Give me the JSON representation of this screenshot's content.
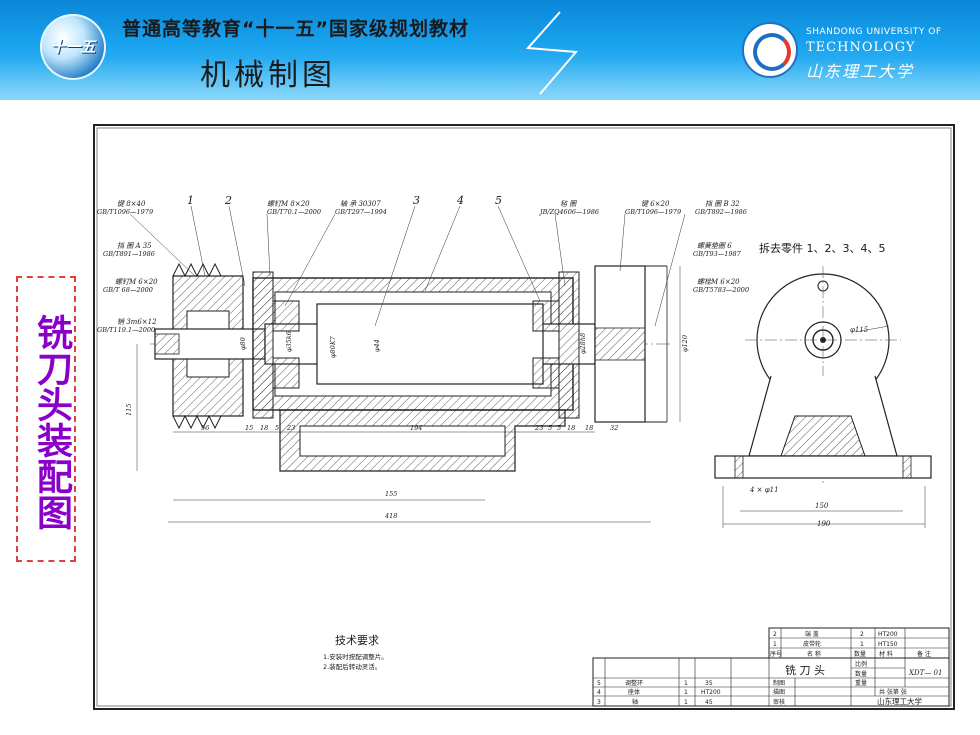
{
  "header": {
    "title_line1": "普通高等教育“十一五”国家级规划教材",
    "title_line2": "机械制图",
    "logo_mark": "十一五",
    "university_en_1": "SHANDONG UNIVERSITY OF",
    "university_en_2": "TECHNOLOGY",
    "university_cn": "山东理工大学"
  },
  "side_label": "铣刀头装配图",
  "drawing": {
    "callouts_top": [
      {
        "text": "键 8×40",
        "std": "GB/T1096—1979"
      },
      {
        "text": "1",
        "std": ""
      },
      {
        "text": "2",
        "std": ""
      },
      {
        "text": "螺钉M 8×20",
        "std": "GB/T70.1—2000"
      },
      {
        "text": "轴 承 30307",
        "std": "GB/T297—1994"
      },
      {
        "text": "3",
        "std": ""
      },
      {
        "text": "4",
        "std": ""
      },
      {
        "text": "5",
        "std": ""
      },
      {
        "text": "毡 圈",
        "std": "JB/ZQ4606—1986"
      },
      {
        "text": "键 6×20",
        "std": "GB/T1096—1979"
      },
      {
        "text": "挡 圈 B 32",
        "std": "GB/T892—1986"
      }
    ],
    "callouts_left": [
      {
        "text": "挡 圈 A 35",
        "std": "GB/T891—1986"
      },
      {
        "text": "螺钉M 6×20",
        "std": "GB/T 68—2000"
      },
      {
        "text": "销 3m6×12",
        "std": "GB/T119.1—2000"
      }
    ],
    "callouts_right": [
      {
        "text": "螺簧垫圈 6",
        "std": "GB/T93—1987"
      },
      {
        "text": "螺栓M 6×20",
        "std": "GB/T5783—2000"
      }
    ],
    "removed_parts": "拆去零件 1、2、3、4、5",
    "dims_front": {
      "d1": "56",
      "d2": "15",
      "d3": "18",
      "d4": "5",
      "d5": "23",
      "d6": "194",
      "d7": "23",
      "d8": "5",
      "d9": "5",
      "d10": "18",
      "d11": "18",
      "d12": "32",
      "overall1": "155",
      "overall2": "418",
      "height": "115",
      "dia1": "φ35k6",
      "dia2": "φ80K7",
      "dia3": "φ44",
      "dia4": "φ28h8",
      "dia5": "φ120",
      "dia6": "φ80"
    },
    "dims_side": {
      "holes": "4 × φ11",
      "w1": "150",
      "w2": "190",
      "dia": "φ115"
    },
    "tech_req_title": "技术要求",
    "tech_req": [
      "1.安装时按配调整片。",
      "2.装配后转动灵活。"
    ],
    "title_block": {
      "parts_rows": [
        [
          "2",
          "端 盖",
          "2",
          "HT200",
          ""
        ],
        [
          "1",
          "皮带轮",
          "1",
          "HT150",
          ""
        ],
        [
          "序号",
          "名 称",
          "数量",
          "材 料",
          "备 注"
        ]
      ],
      "lower_rows": [
        [
          "5",
          "调整环",
          "1",
          "35"
        ],
        [
          "4",
          "座体",
          "1",
          "HT200"
        ],
        [
          "3",
          "轴",
          "1",
          "45"
        ]
      ],
      "drawing_name": "铣 刀 头",
      "scale_label": "比例",
      "qty_label": "数量",
      "drawing_no": "XDT— 01",
      "made_label": "制图",
      "drawn_label": "描图",
      "checked_label": "审核",
      "weight_label": "重量",
      "sheet_label": "共 张第 张",
      "school": "山东理工大学"
    }
  }
}
